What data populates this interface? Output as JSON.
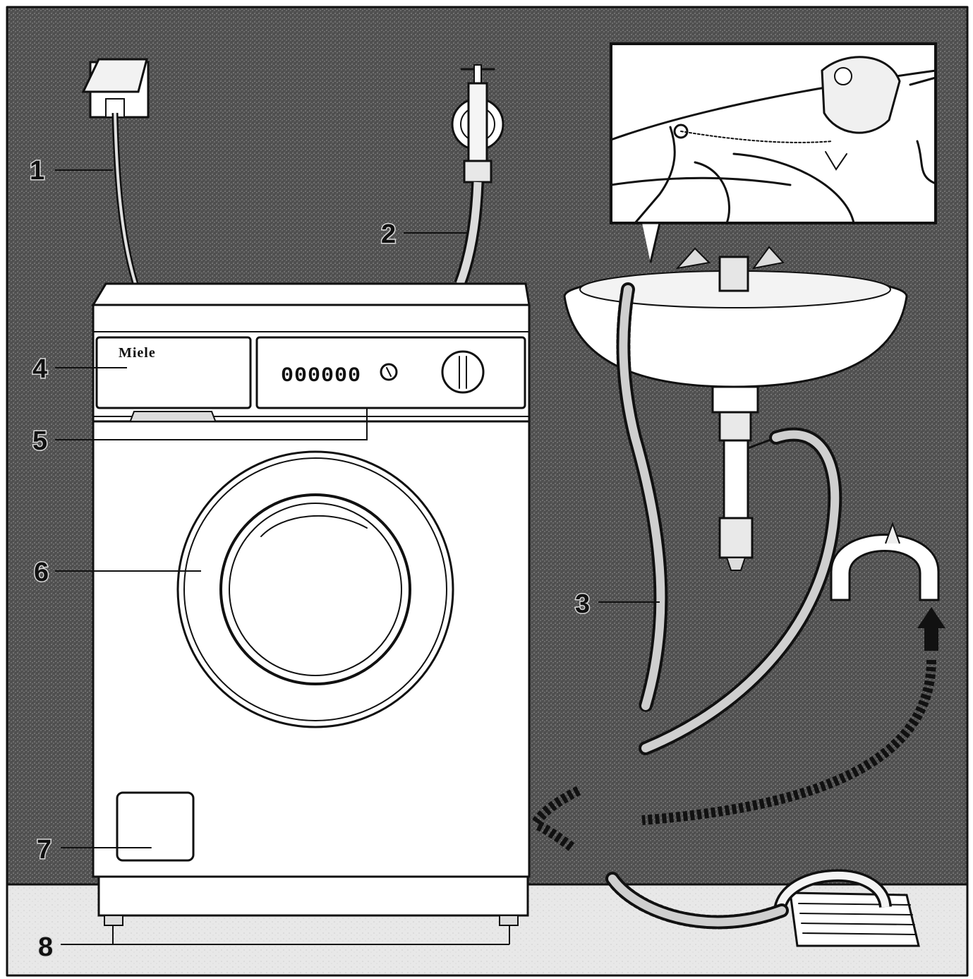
{
  "figure": {
    "brand": "Miele",
    "display_digits": "000000",
    "callouts": [
      {
        "id": "1",
        "label": "1"
      },
      {
        "id": "2",
        "label": "2"
      },
      {
        "id": "3",
        "label": "3"
      },
      {
        "id": "4",
        "label": "4"
      },
      {
        "id": "5",
        "label": "5"
      },
      {
        "id": "6",
        "label": "6"
      },
      {
        "id": "7",
        "label": "7"
      },
      {
        "id": "8",
        "label": "8"
      }
    ]
  },
  "colors": {
    "wall": "#5a5a5a",
    "floor": "#e6e6e6",
    "ink": "#111111",
    "appliance": "#ffffff"
  },
  "icons": {
    "socket": "power-socket-icon",
    "tap": "water-tap-icon",
    "arrow": "up-arrow-icon"
  }
}
